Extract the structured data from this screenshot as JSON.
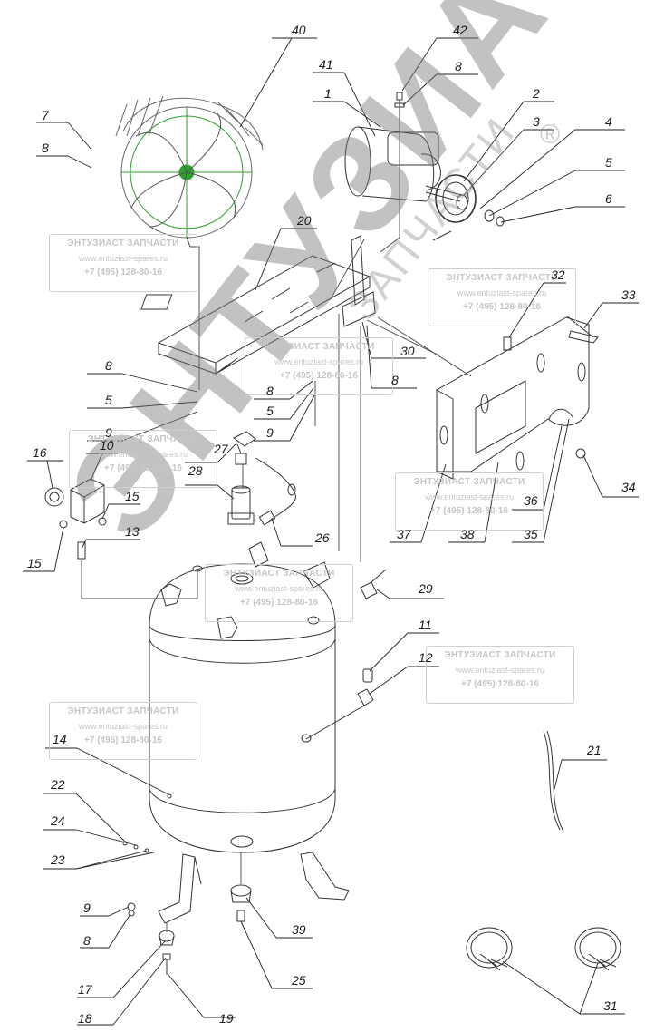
{
  "labels": {
    "p1": "1",
    "p2": "2",
    "p3": "3",
    "p4": "4",
    "p5a": "5",
    "p5b": "5",
    "p5c": "5",
    "p6": "6",
    "p7": "7",
    "p8a": "8",
    "p8b": "8",
    "p8c": "8",
    "p8d": "8",
    "p8e": "8",
    "p8f": "8",
    "p9a": "9",
    "p9b": "9",
    "p9c": "9",
    "p10": "10",
    "p11": "11",
    "p12": "12",
    "p13": "13",
    "p14": "14",
    "p15a": "15",
    "p15b": "15",
    "p16": "16",
    "p17": "17",
    "p18": "18",
    "p19": "19",
    "p20": "20",
    "p21": "21",
    "p22": "22",
    "p23": "23",
    "p24": "24",
    "p25": "25",
    "p26": "26",
    "p27": "27",
    "p28": "28",
    "p29": "29",
    "p30": "30",
    "p31": "31",
    "p32": "32",
    "p33": "33",
    "p34": "34",
    "p35": "35",
    "p36": "36",
    "p37": "37",
    "p38": "38",
    "p39": "39",
    "p40": "40",
    "p41": "41",
    "p42": "42"
  },
  "stamp": {
    "title": "ЭНТУЗИАСТ ЗАПЧАСТИ",
    "site": "www.entuziast-spares.ru",
    "phone": "+7 (495) 128-80-16"
  },
  "watermark": {
    "main": "ЭНТУЗИАСТ",
    "secondary": "ЗАПЧАСТИ",
    "mark": "®"
  },
  "colors": {
    "line": "#333333",
    "stamp_text": "#c6c6c6",
    "fan_green": "#2e9e2e"
  }
}
